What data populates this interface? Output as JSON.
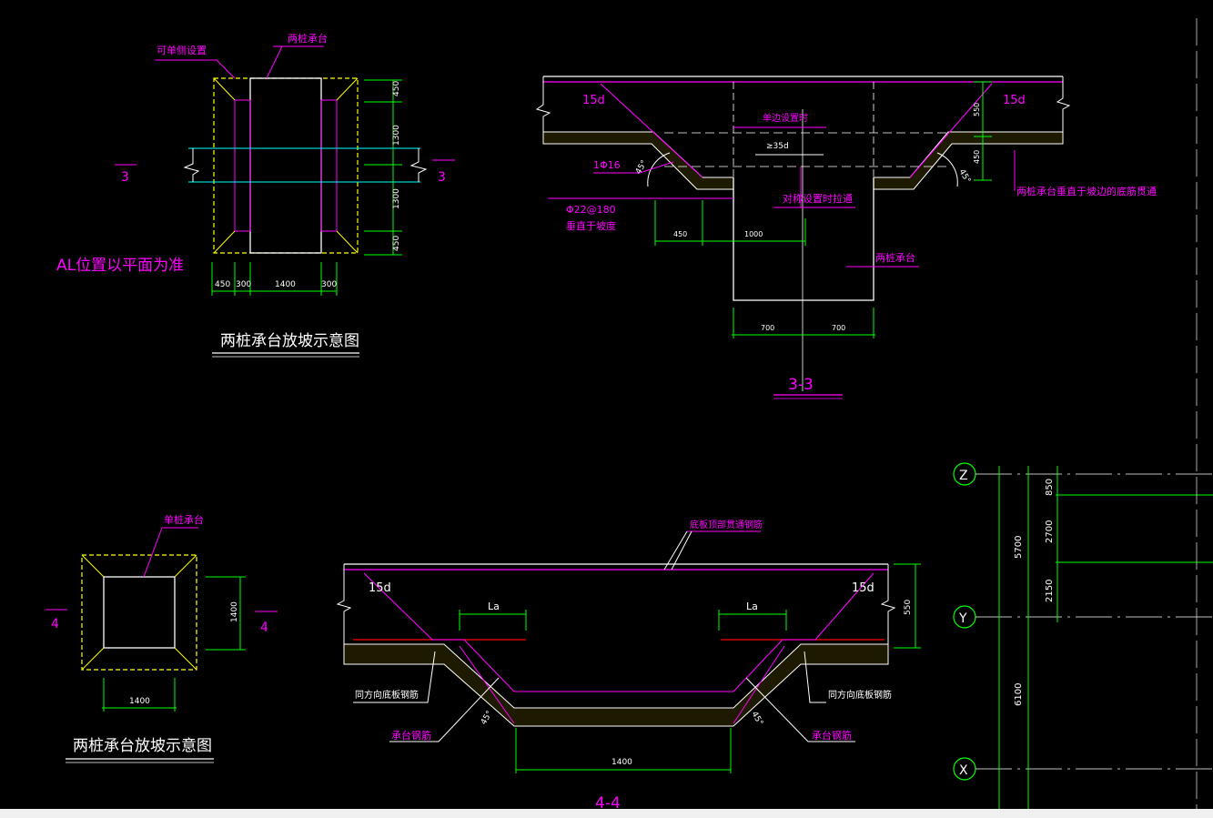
{
  "colors": {
    "background": "#000000",
    "magenta": "#ff00ff",
    "green": "#00ff00",
    "yellow": "#ffff00",
    "cyan": "#00ffff",
    "white": "#ffffff",
    "red": "#ff0000",
    "gray": "#d0d0d0"
  },
  "plan_two_pile": {
    "label_side": "可单侧设置",
    "label_cap": "两桩承台",
    "dims_right": [
      "450",
      "1300",
      "1300",
      "450"
    ],
    "dims_bottom": [
      "450",
      "300",
      "1400",
      "300"
    ],
    "section_left": "3",
    "section_right": "3",
    "note": "AL位置以平面为准",
    "title": "两桩承台放坡示意图"
  },
  "section_3_3": {
    "label_15d_left": "15d",
    "label_15d_right": "15d",
    "dim_550": "550",
    "dim_450": "450",
    "label_single_side": "单边设置时",
    "label_35d": "≥35d",
    "label_rebar_1": "1Φ16",
    "label_45_left": "45°",
    "label_45_right": "45°",
    "label_rebar_2": "Φ22@180",
    "label_rebar_3": "垂直于坡度",
    "label_symmetric": "对称设置时拉通",
    "dim_a": "450",
    "dim_b": "1000",
    "label_cap": "两桩承台",
    "label_right_note": "两桩承台垂直于坡边的底筋贯通",
    "dims_bottom": [
      "700",
      "700"
    ],
    "title": "3-3"
  },
  "plan_single_pile": {
    "label_cap": "单桩承台",
    "dim_right": "1400",
    "dim_bottom": "1400",
    "section_left": "4",
    "section_right": "4",
    "title": "两桩承台放坡示意图"
  },
  "section_4_4": {
    "label_top": "底板顶部贯通钢筋",
    "label_15d_left": "15d",
    "label_15d_right": "15d",
    "label_la_left": "La",
    "label_la_right": "La",
    "dim_550": "550",
    "label_same_dir_left": "同方向底板钢筋",
    "label_same_dir_right": "同方向底板钢筋",
    "label_cap_rebar_left": "承台钢筋",
    "label_cap_rebar_right": "承台钢筋",
    "label_45_left": "45°",
    "label_45_right": "45°",
    "dim_bottom": "1400",
    "title": "4-4"
  },
  "grid_axes": {
    "axis_z": "Z",
    "axis_y": "Y",
    "axis_x": "X",
    "dim_5700": "5700",
    "dim_6100": "6100",
    "dim_850": "850",
    "dim_2700": "2700",
    "dim_2150": "2150"
  }
}
